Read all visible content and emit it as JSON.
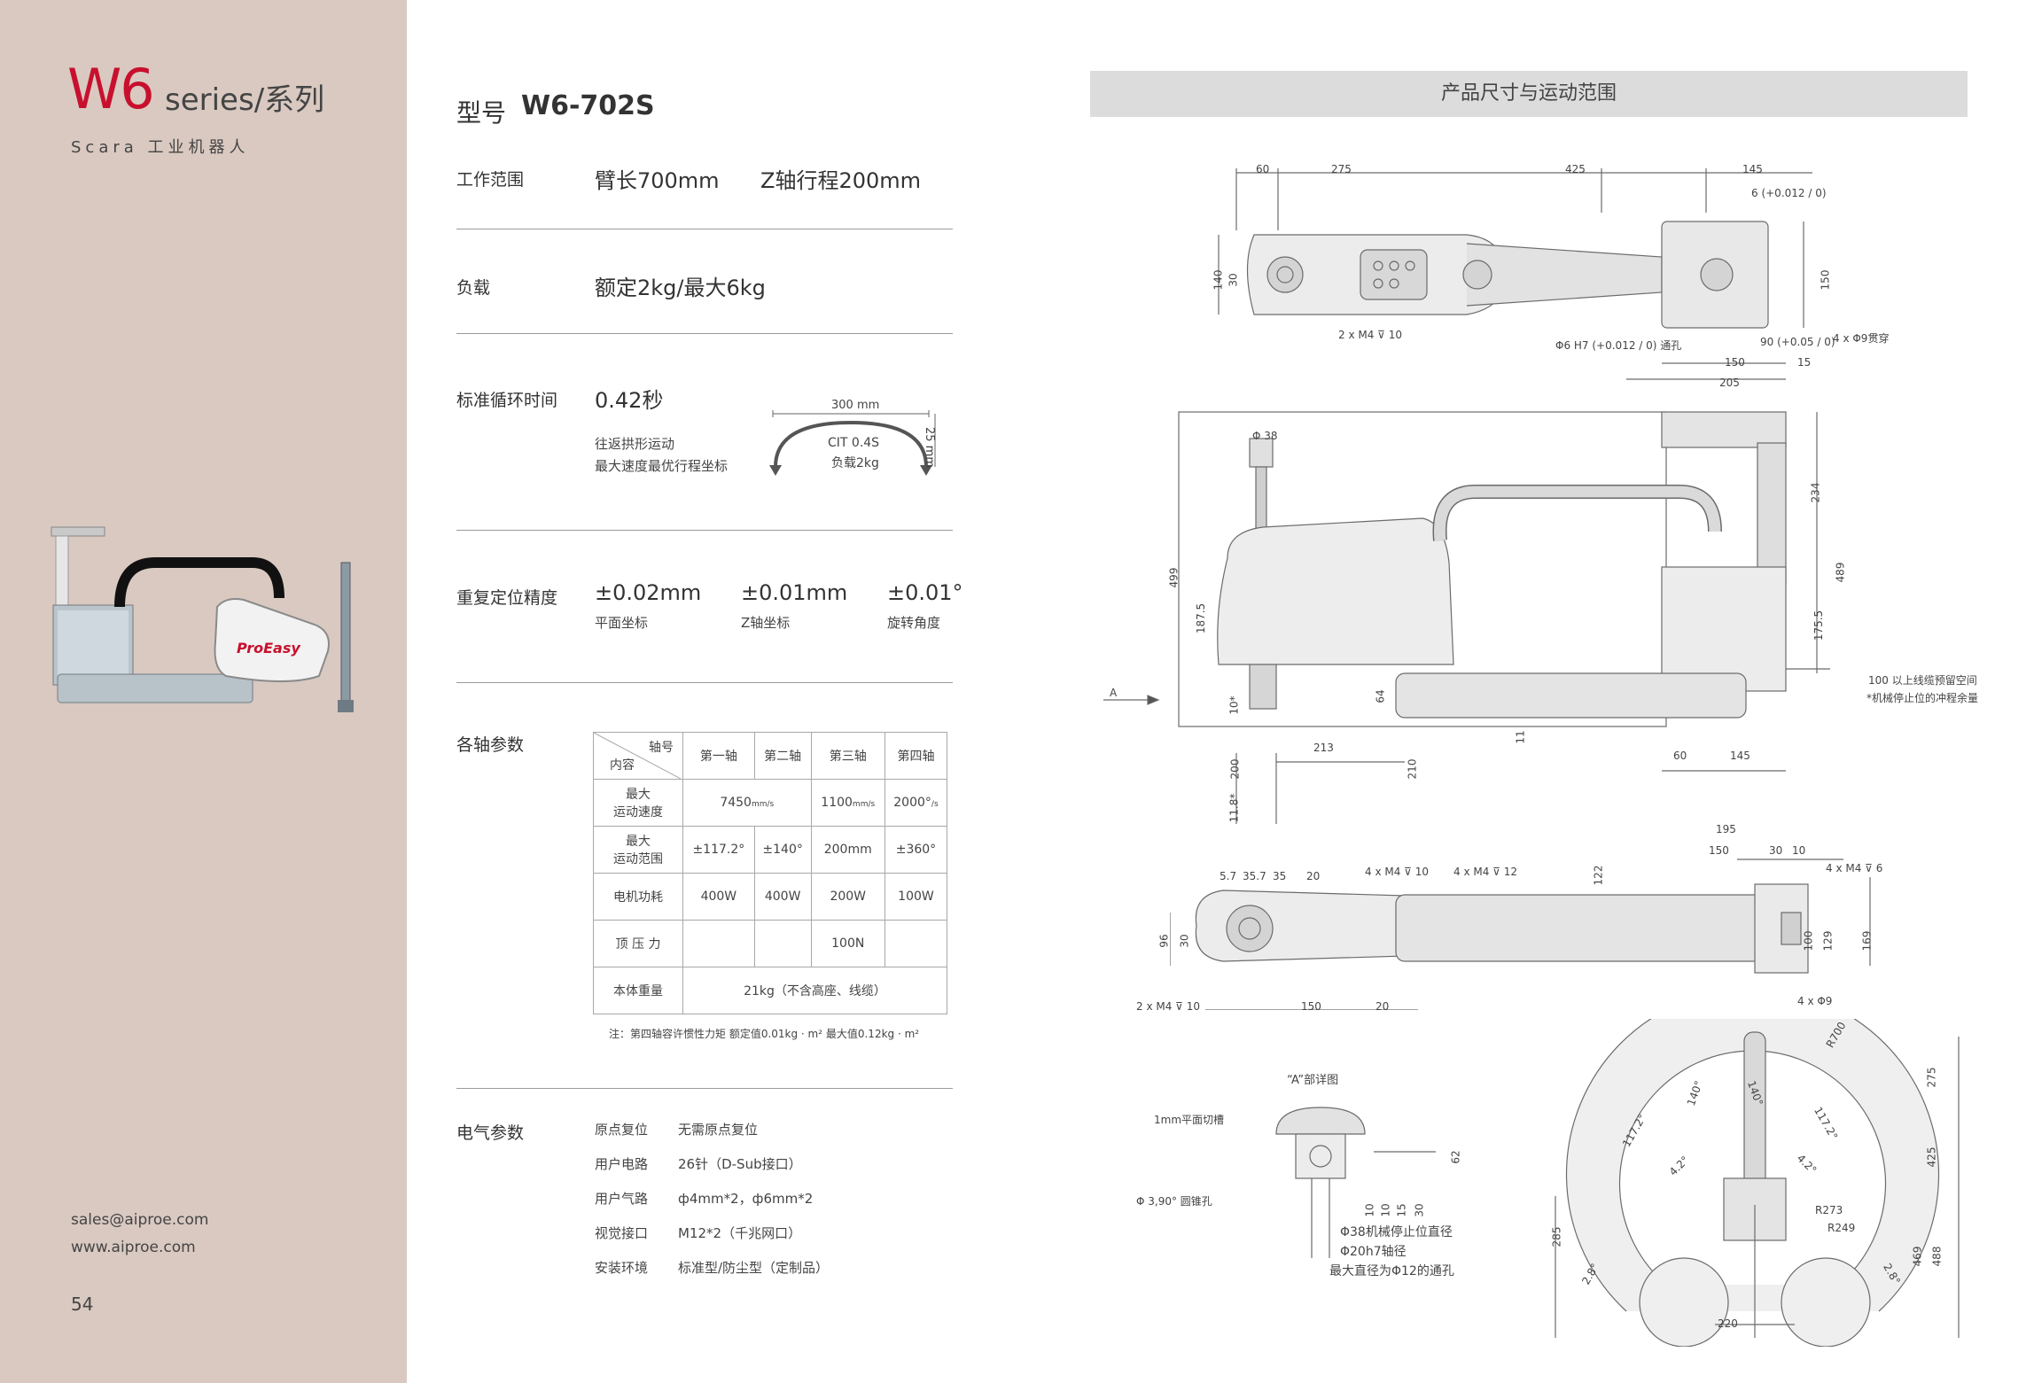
{
  "brand": {
    "w6": "W6",
    "series": "series/系列",
    "subtitle": "Scara 工业机器人"
  },
  "contact": {
    "email": "sales@aiproe.com",
    "website": "www.aiproe.com"
  },
  "page_number": "54",
  "robot_logo": "ProEasy",
  "model": {
    "label": "型号",
    "value": "W6-702S"
  },
  "work_range": {
    "label": "工作范围",
    "arm": "臂长700mm",
    "z": "Z轴行程200mm"
  },
  "payload": {
    "label": "负载",
    "value": "额定2kg/最大6kg"
  },
  "cycle": {
    "label": "标准循环时间",
    "value": "0.42秒",
    "desc1": "往返拱形运动",
    "desc2": "最大速度最优行程坐标",
    "arc_width": "300 mm",
    "arc_height": "25 mm",
    "arc_cit": "CIT 0.4S",
    "arc_load": "负载2kg"
  },
  "repeatability": {
    "label": "重复定位精度",
    "items": [
      {
        "value": "±0.02mm",
        "caption": "平面坐标"
      },
      {
        "value": "±0.01mm",
        "caption": "Z轴坐标"
      },
      {
        "value": "±0.01°",
        "caption": "旋转角度"
      }
    ]
  },
  "axis_params": {
    "label": "各轴参数",
    "corner_top": "轴号",
    "corner_bottom": "内容",
    "headers": [
      "第一轴",
      "第二轴",
      "第三轴",
      "第四轴"
    ],
    "rows": {
      "speed": {
        "label1": "最大",
        "label2": "运动速度",
        "v12": "7450",
        "v12_unit": "mm/s",
        "v3": "1100",
        "v3_unit": "mm/s",
        "v4": "2000°",
        "v4_unit": "/s"
      },
      "range": {
        "label1": "最大",
        "label2": "运动范围",
        "v1": "±117.2°",
        "v2": "±140°",
        "v3": "200mm",
        "v4": "±360°"
      },
      "power": {
        "label": "电机功耗",
        "v1": "400W",
        "v2": "400W",
        "v3": "200W",
        "v4": "100W"
      },
      "push": {
        "label": "顶 压 力",
        "v3": "100N"
      },
      "weight": {
        "label": "本体重量",
        "value": "21kg（不含高座、线缆）"
      }
    },
    "note": "注：第四轴容许惯性力矩  额定值0.01kg · m²   最大值0.12kg · m²"
  },
  "electrical": {
    "label": "电气参数",
    "items": [
      {
        "key": "原点复位",
        "value": "无需原点复位"
      },
      {
        "key": "用户电路",
        "value": "26针（D-Sub接口）"
      },
      {
        "key": "用户气路",
        "value": "ф4mm*2，ф6mm*2"
      },
      {
        "key": "视觉接口",
        "value": "M12*2（千兆网口）"
      },
      {
        "key": "安装环境",
        "value": "标准型/防尘型（定制品）"
      }
    ]
  },
  "dimensions": {
    "header": "产品尺寸与运动范围",
    "top_view": {
      "d60": "60",
      "d275": "275",
      "d425": "425",
      "d145": "145",
      "d140": "140",
      "d30": "30",
      "d150v": "150",
      "tol": "6 (+0.012 / 0)",
      "m4": "2 x M4 ⊽ 10",
      "hole": "Φ6 H7 (+0.012 / 0) 通孔",
      "d90": "90 (+0.05 / 0)",
      "holes4": "4 x Φ9贯穿",
      "d150": "150",
      "d15": "15",
      "d205": "205"
    },
    "side_view": {
      "d38": "Φ 38",
      "d499": "499",
      "d1875": "187.5",
      "d234": "234",
      "d489": "489",
      "d1755": "175.5",
      "reserve": "100 以上线缆预留空间",
      "stopper": "*机械停止位的冲程余量",
      "arrow_a": "A",
      "d10": "10*",
      "d64": "64",
      "d213": "213",
      "d11": "11",
      "d200": "200",
      "d210": "210",
      "d118": "11.8*",
      "d60": "60",
      "d145": "145"
    },
    "bottom_view": {
      "d57": "5.7",
      "d357": "35.7",
      "d35": "35",
      "d20": "20",
      "m4a": "4 x M4 ⊽ 10",
      "m4b": "4 x M4 ⊽ 12",
      "d122": "122",
      "d195": "195",
      "d150": "150",
      "d30": "30",
      "d10": "10",
      "m4c": "4 x M4 ⊽ 6",
      "d96": "96",
      "d30v": "30",
      "d100": "100",
      "d129": "129",
      "d169": "169",
      "m4d": "2 x M4 ⊽ 10",
      "d150b": "150",
      "d20b": "20",
      "holes4": "4 x Φ9"
    },
    "detail": {
      "title": "“A”部详图",
      "slot": "1mm平面切槽",
      "cone": "Φ 3,90° 圆锥孔",
      "d62": "62",
      "d10a": "10",
      "d10b": "10",
      "d15": "15",
      "d30": "30",
      "stop_dia": "Φ38机械停止位直径",
      "shaft": "Φ20h7轴径",
      "max_hole": "最大直径为Φ12的通孔"
    },
    "range_view": {
      "r700": "R700",
      "d275": "275",
      "d425": "425",
      "d285": "285",
      "a140a": "140°",
      "a140b": "140°",
      "a1172a": "117.2°",
      "a1172b": "117.2°",
      "a42a": "4.2°",
      "a42b": "4.2°",
      "r273": "R273",
      "r249": "R249",
      "a28a": "2.8°",
      "a28b": "2.8°",
      "d469": "469",
      "d488": "488",
      "d220": "220"
    }
  }
}
